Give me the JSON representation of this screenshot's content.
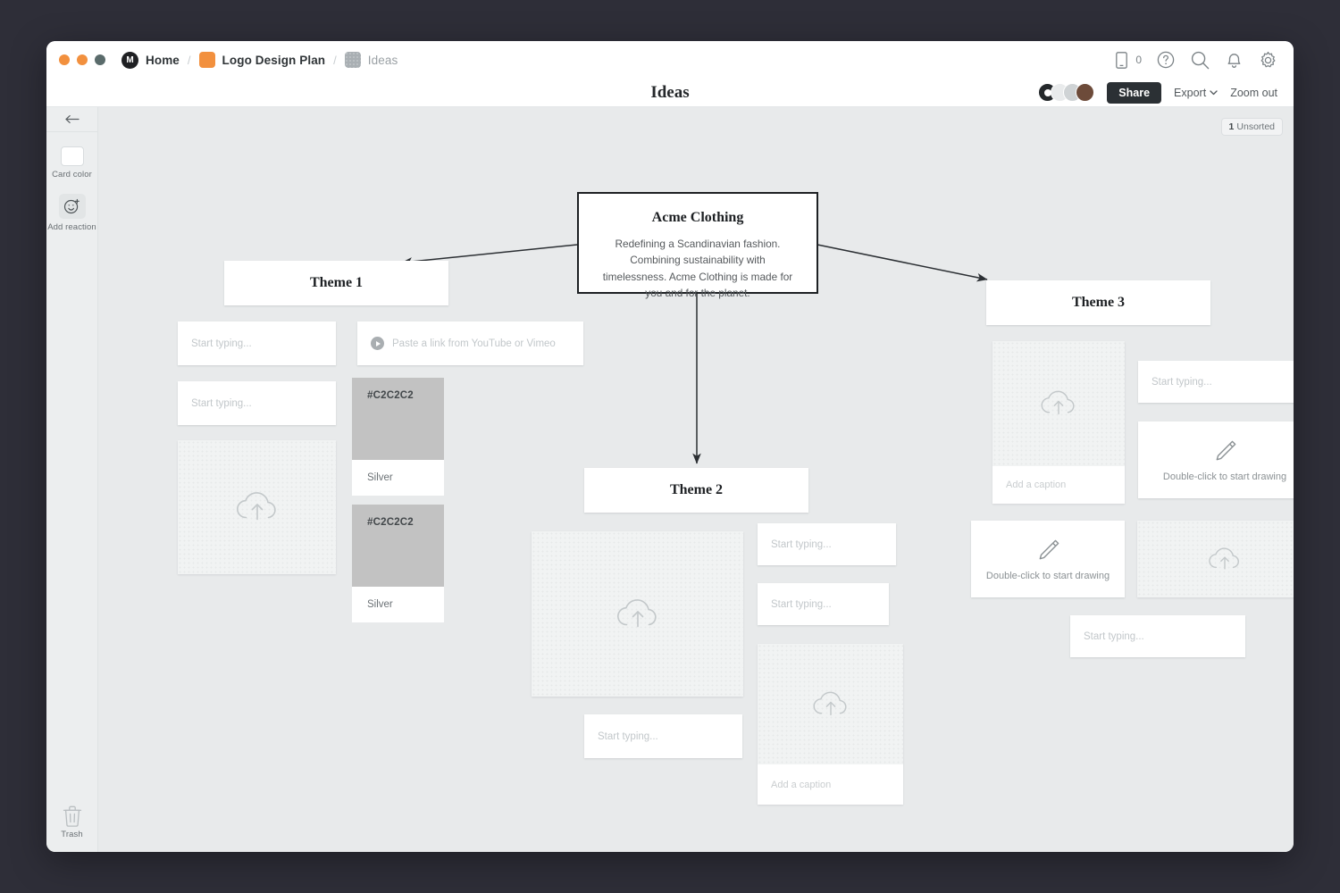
{
  "window": {
    "traffic_lights": [
      "#f2903e",
      "#f2903e",
      "#5a6b6b"
    ],
    "breadcrumb": {
      "logo_letter": "M",
      "home_label": "Home",
      "separator": "/",
      "project_label": "Logo Design Plan",
      "board_label": "Ideas"
    },
    "toolbar_icons": {
      "mobile_count": "0",
      "mobile": "mobile-icon",
      "help": "help-icon",
      "search": "search-icon",
      "notifications": "bell-icon",
      "settings": "gear-icon"
    }
  },
  "header": {
    "title": "Ideas",
    "share_label": "Share",
    "export_label": "Export",
    "export_caret": "⌄",
    "zoom_out_label": "Zoom out",
    "avatars": 4
  },
  "tool_rail": {
    "back_icon": "arrow-left-icon",
    "card_color_label": "Card color",
    "add_reaction_label": "Add reaction",
    "trash_label": "Trash"
  },
  "canvas": {
    "unsorted_count": "1",
    "unsorted_label": "Unsorted",
    "root_card": {
      "title": "Acme Clothing",
      "body": "Redefining a Scandinavian fashion. Combining sustainability with timelessness. Acme Clothing is made for you and for the planet."
    },
    "themes": [
      {
        "title": "Theme 1"
      },
      {
        "title": "Theme 2"
      },
      {
        "title": "Theme 3"
      }
    ],
    "placeholders": {
      "start_typing": "Start typing...",
      "video_link": "Paste a link from YouTube or Vimeo",
      "add_caption": "Add a caption",
      "start_drawing": "Double-click to start drawing"
    },
    "swatches": [
      {
        "hex": "#C2C2C2",
        "name": "Silver"
      },
      {
        "hex": "#C2C2C2",
        "name": "Silver"
      }
    ]
  }
}
